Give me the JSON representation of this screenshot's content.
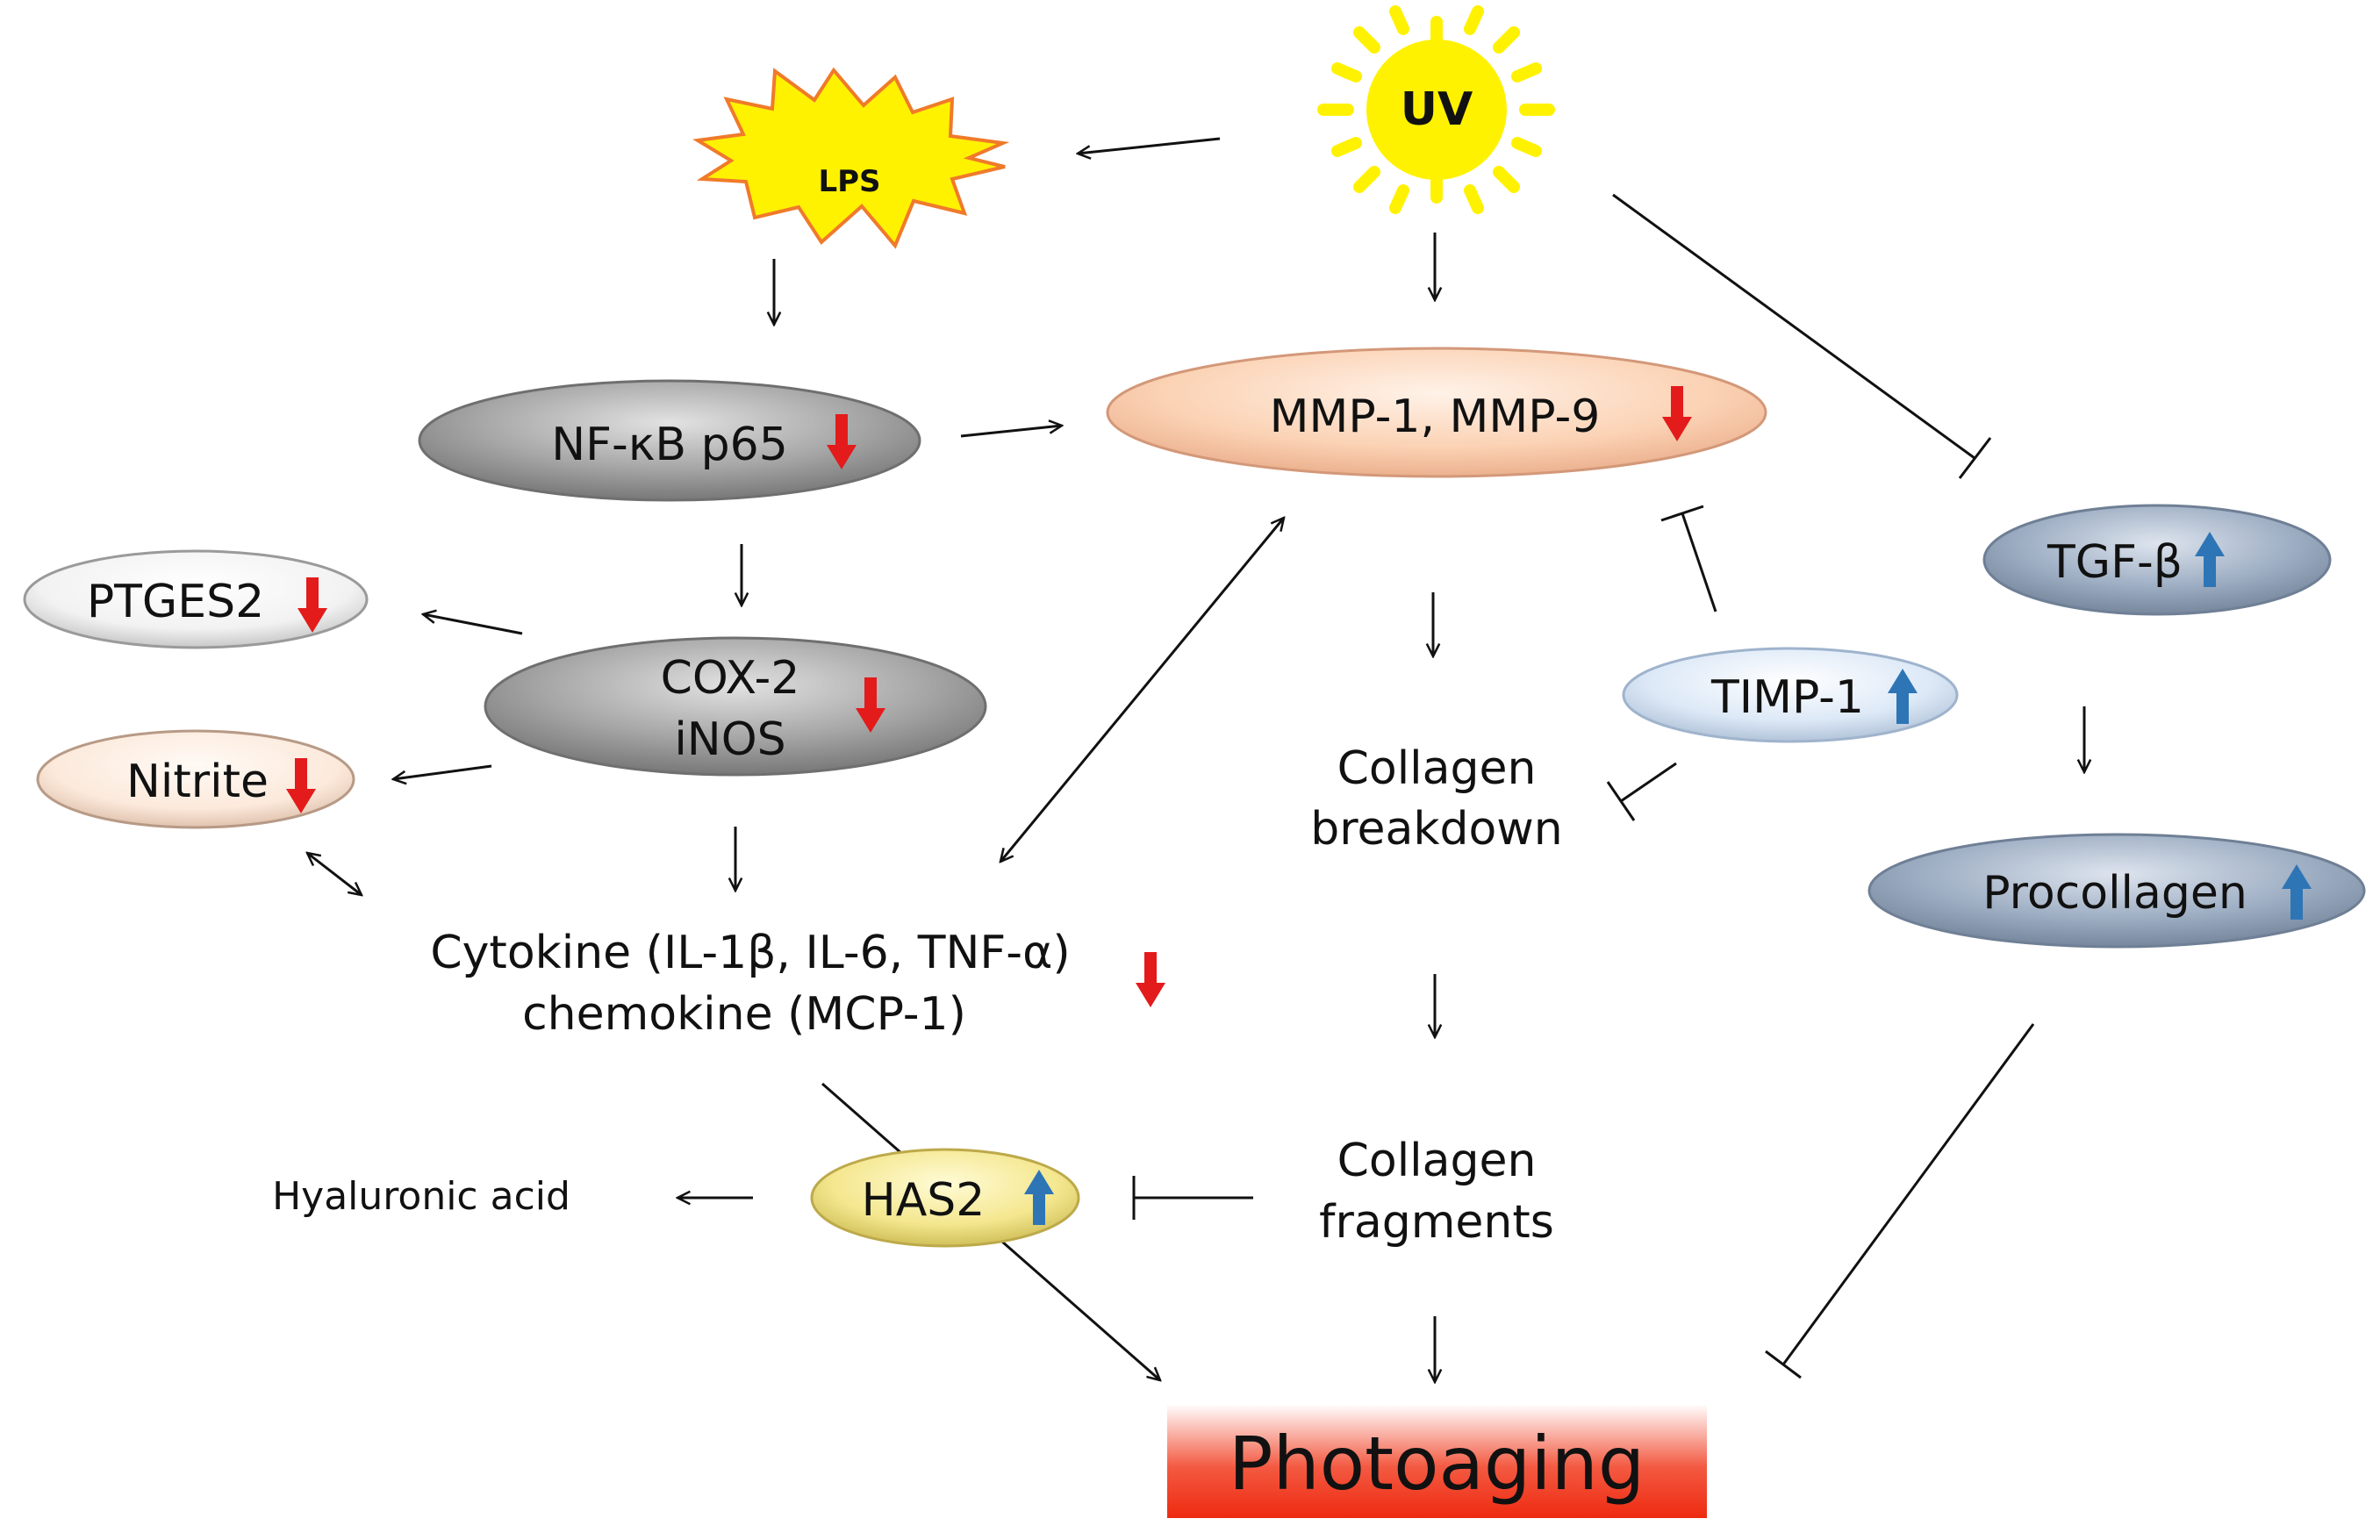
{
  "nodes": {
    "uv": "UV",
    "lps": "LPS",
    "nfkb": "NF-κB p65",
    "mmp": "MMP-1, MMP-9",
    "ptges2": "PTGES2",
    "cox2": "COX-2",
    "inos": "iNOS",
    "nitrite": "Nitrite",
    "tgfb": "TGF-β",
    "timp1": "TIMP-1",
    "procollagen": "Procollagen",
    "collagen_breakdown_1": "Collagen",
    "collagen_breakdown_2": "breakdown",
    "cytokine": "Cytokine (IL-1β, IL-6, TNF-α)",
    "chemokine": "chemokine (MCP-1)",
    "has2": "HAS2",
    "hyaluronic_acid": "Hyaluronic acid",
    "collagen_fragments_1": "Collagen",
    "collagen_fragments_2": "fragments",
    "photoaging": "Photoaging"
  },
  "colors": {
    "down_arrow": "#e31b1b",
    "up_arrow": "#2e75b6",
    "grey_node": "#9c9c9c",
    "blue_grey_node": "#99a8bd",
    "peach_node": "#f8c9a7",
    "light_blue_node": "#dce9f8",
    "yellow_node": "#f2e48a",
    "sun": "#fff200",
    "photoaging_gradient": [
      "#f03a1d",
      "#ffffff"
    ]
  }
}
